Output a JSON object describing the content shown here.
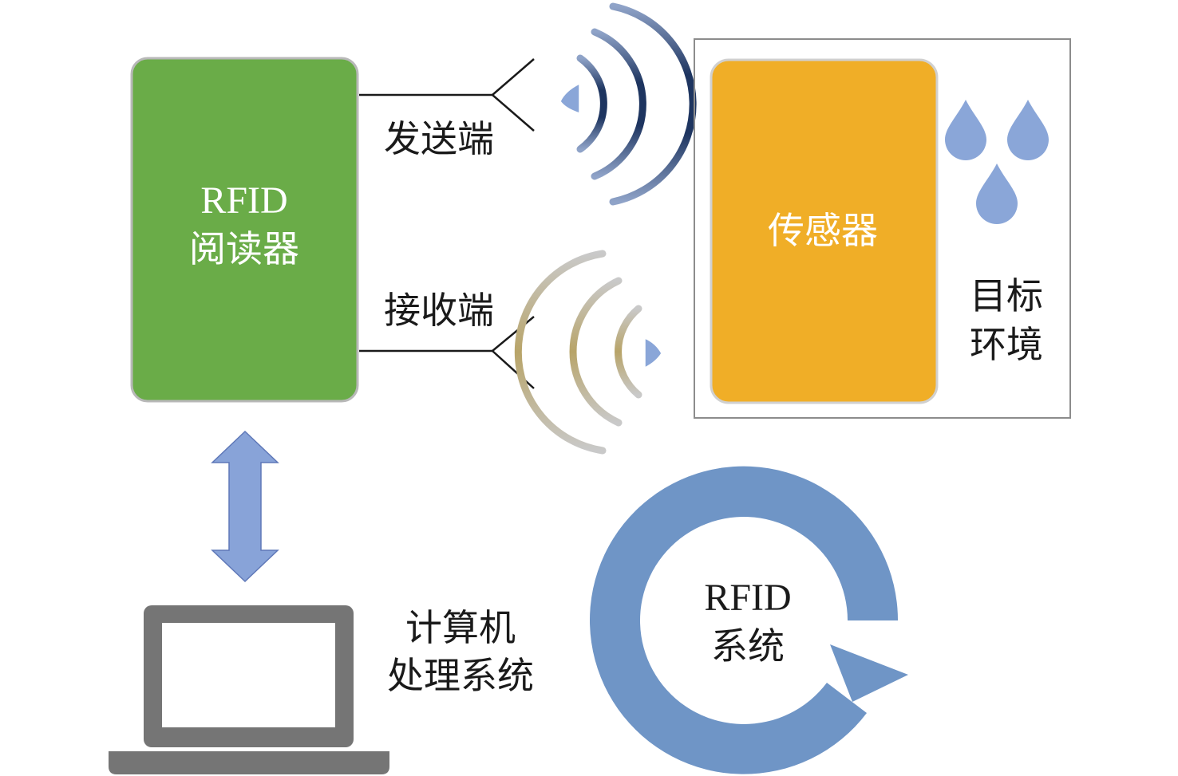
{
  "reader": {
    "line1": "RFID",
    "line2": "阅读器",
    "color": "#6aac48"
  },
  "antenna": {
    "transmit_label": "发送端",
    "receive_label": "接收端"
  },
  "sensor": {
    "label": "传感器",
    "color": "#f0ae27"
  },
  "environment": {
    "line1": "目标",
    "line2": "环境",
    "drop_color": "#8aa6d8"
  },
  "computer": {
    "line1": "计算机",
    "line2": "处理系统",
    "color": "#757575"
  },
  "cycle": {
    "line1": "RFID",
    "line2": "系统",
    "color": "#6f95c6"
  },
  "waves": {
    "transmit_color": "#1e3560",
    "receive_color": "#b8a468"
  },
  "arrow": {
    "color": "#88a3d8"
  }
}
